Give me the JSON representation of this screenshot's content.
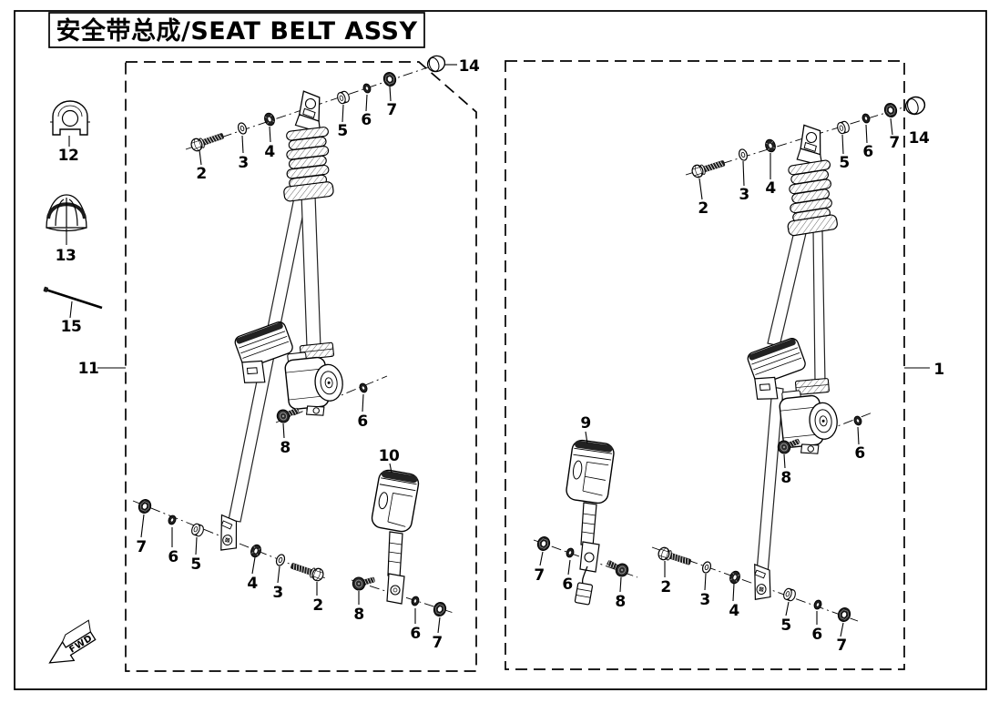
{
  "title": "安全带总成/SEAT BELT ASSY",
  "fwd": "FWD",
  "callouts": {
    "m12": "12",
    "m13": "13",
    "m15": "15",
    "m11": "11",
    "m1": "1",
    "lt2": "2",
    "lt3": "3",
    "lt4": "4",
    "lt5": "5",
    "lt6": "6",
    "lt7": "7",
    "lt14": "14",
    "lb7": "7",
    "lb6": "6",
    "lb5": "5",
    "lb4": "4",
    "lb3": "3",
    "lb2": "2",
    "lr8": "8",
    "lr6": "6",
    "lk10": "10",
    "lk8": "8",
    "lk6": "6",
    "lk7": "7",
    "rt2": "2",
    "rt3": "3",
    "rt4": "4",
    "rt5": "5",
    "rt6": "6",
    "rt7": "7",
    "rt14": "14",
    "rb2": "2",
    "rb3": "3",
    "rb4": "4",
    "rb5": "5",
    "rb6": "6",
    "rb7": "7",
    "rr8": "8",
    "rr6": "6",
    "rk9": "9",
    "rk7": "7",
    "rk6": "6",
    "rk8": "8"
  }
}
